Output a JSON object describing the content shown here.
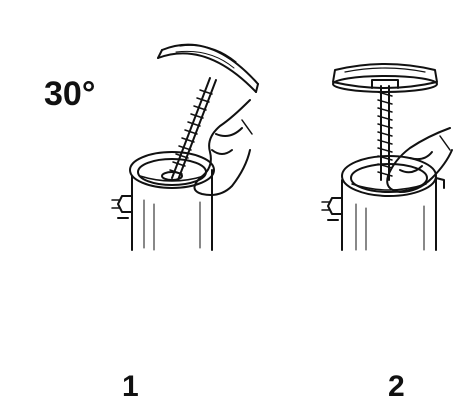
{
  "annotation": {
    "angle": "30°"
  },
  "steps": [
    {
      "number": "1"
    },
    {
      "number": "2"
    }
  ],
  "colors": {
    "ink": "#111111",
    "background": "#ffffff"
  },
  "icons": [
    "drum-container-icon",
    "screw-lid-icon",
    "hand-icon"
  ]
}
